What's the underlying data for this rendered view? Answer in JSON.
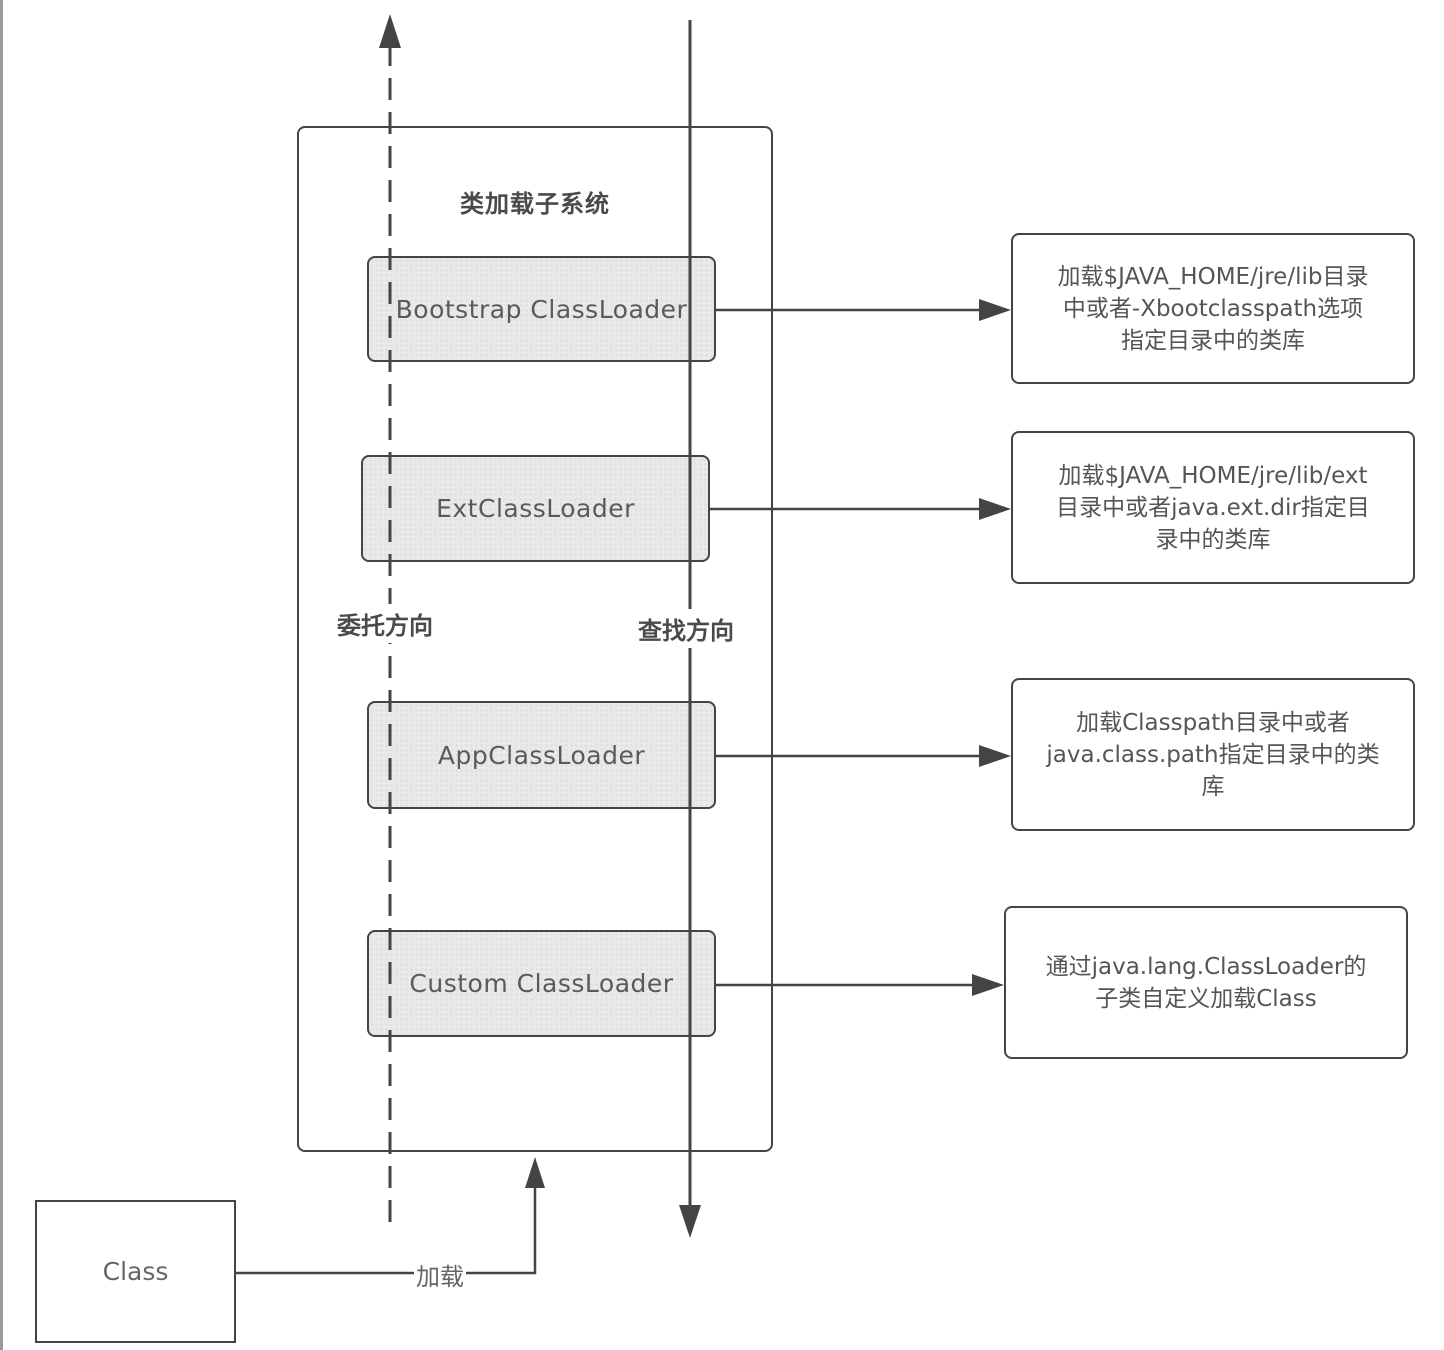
{
  "diagram": {
    "subsystem_title": "类加载子系统",
    "loaders": [
      {
        "name": "Bootstrap ClassLoader",
        "description": "加载$JAVA_HOME/jre/lib目录\n中或者-Xbootclasspath选项\n指定目录中的类库"
      },
      {
        "name": "ExtClassLoader",
        "description": "加载$JAVA_HOME/jre/lib/ext\n目录中或者java.ext.dir指定目\n录中的类库"
      },
      {
        "name": "AppClassLoader",
        "description": "加载Classpath目录中或者\njava.class.path指定目录中的类\n库"
      },
      {
        "name": "Custom ClassLoader",
        "description": "通过java.lang.ClassLoader的\n子类自定义加载Class"
      }
    ],
    "delegation_label": "委托方向",
    "lookup_label": "查找方向",
    "class_box_label": "Class",
    "load_edge_label": "加载"
  },
  "colors": {
    "line": "#444444",
    "loader_fill": "#e9e9e9",
    "text": "#555555"
  }
}
